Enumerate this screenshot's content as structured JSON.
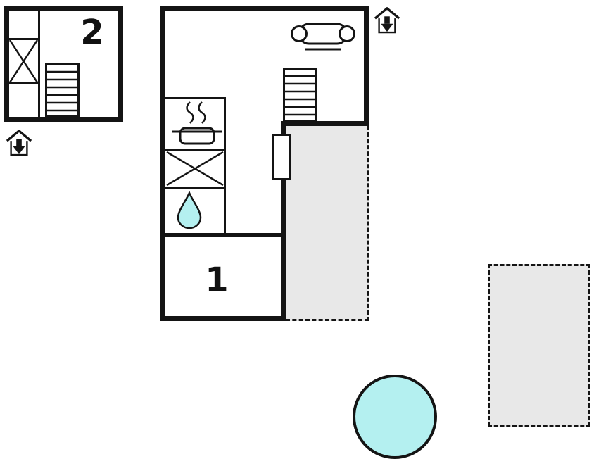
{
  "floorplan": {
    "room_labels": {
      "main_room": "1",
      "annex": "2"
    },
    "colors": {
      "wall": "#141414",
      "terrace": "#e8e8e8",
      "water": "#b4f0f0",
      "canvas": "#ffffff"
    },
    "icons": {
      "entrance_annex": "house-entrance-arrow",
      "entrance_main": "house-entrance-arrow",
      "sofa": "sofa-top-view",
      "stairs_main": "staircase",
      "stairs_annex": "staircase",
      "stove": "pot-with-steam",
      "sink": "water-drop",
      "storage_kitchen": "crossed-box",
      "storage_annex": "crossed-box",
      "pool": "round-pool",
      "terrace_attached": "terrace",
      "terrace_detached": "terrace"
    }
  }
}
